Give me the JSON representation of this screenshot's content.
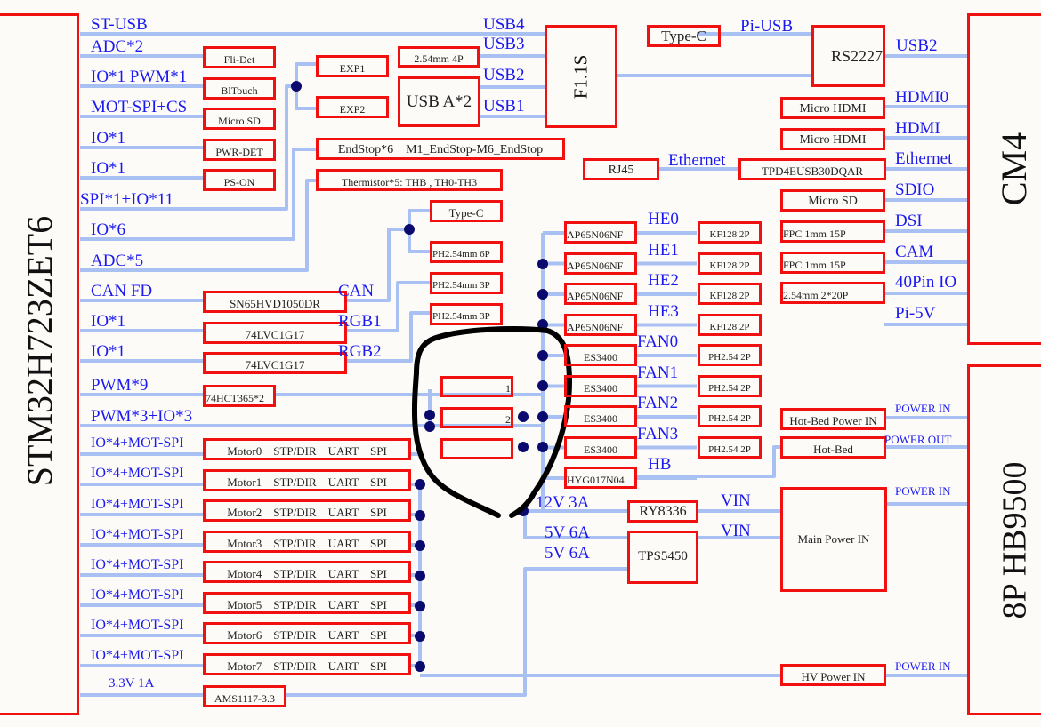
{
  "title": "Block diagram: STM32H723ZET6 + CM4 + 8P HB9500",
  "colors": {
    "box_border": "#f01010",
    "net_label": "#1a1af0",
    "wire": "#a9c1f2",
    "junction": "#0a0a6e",
    "annotation": "#000000"
  },
  "blocks": {
    "mcu": "STM32H723ZET6",
    "cm4": "CM4",
    "power_connector": "8P HB9500",
    "hub": "F1.1S",
    "usb_hub2": "RS2227",
    "usb_a": "USB A*2",
    "main_power": "Main Power IN"
  },
  "mcu_nets": [
    "ST-USB",
    "ADC*2",
    "IO*1 PWM*1",
    "MOT-SPI+CS",
    "IO*1",
    "IO*1",
    "SPI*1+IO*11",
    "IO*6",
    "ADC*5",
    "CAN FD",
    "IO*1",
    "IO*1",
    "PWM*9",
    "PWM*3+IO*3",
    "IO*4+MOT-SPI",
    "IO*4+MOT-SPI",
    "IO*4+MOT-SPI",
    "IO*4+MOT-SPI",
    "IO*4+MOT-SPI",
    "IO*4+MOT-SPI",
    "IO*4+MOT-SPI",
    "IO*4+MOT-SPI",
    "3.3V 1A"
  ],
  "left_parts": [
    "Fli-Det",
    "BlTouch",
    "Micro SD",
    "PWR-DET",
    "PS-ON"
  ],
  "exp": [
    "EXP1",
    "EXP2"
  ],
  "usb_header": "2.54mm 4P",
  "usb_nets": [
    "USB4",
    "USB3",
    "USB2",
    "USB1"
  ],
  "endstop": "EndStop*6    M1_EndStop-M6_EndStop",
  "thermistor": "Thermistor*5: THB , TH0-TH3",
  "can_parts": [
    "SN65HVD1050DR",
    "74LVC1G17",
    "74LVC1G17",
    "74HCT365*2"
  ],
  "can_nets": [
    "CAN",
    "RGB1",
    "RGB2"
  ],
  "connectors_mid": [
    "Type-C",
    "PH2.54mm 6P",
    "PH2.54mm 3P",
    "PH2.54mm 3P"
  ],
  "jumpers": [
    "1",
    "2",
    ""
  ],
  "motors": [
    "Motor0    STP/DIR    UART    SPI",
    "Motor1    STP/DIR    UART    SPI",
    "Motor2    STP/DIR    UART    SPI",
    "Motor3    STP/DIR    UART    SPI",
    "Motor4    STP/DIR    UART    SPI",
    "Motor5    STP/DIR    UART    SPI",
    "Motor6    STP/DIR    UART    SPI",
    "Motor7    STP/DIR    UART    SPI"
  ],
  "ldo": "AMS1117-3.3",
  "mosfets": [
    "AP65N06NF",
    "AP65N06NF",
    "AP65N06NF",
    "AP65N06NF",
    "ES3400",
    "ES3400",
    "ES3400",
    "ES3400",
    "HYG017N04"
  ],
  "out_nets": [
    "HE0",
    "HE1",
    "HE2",
    "HE3",
    "FAN0",
    "FAN1",
    "FAN2",
    "FAN3",
    "HB"
  ],
  "out_connectors": [
    "KF128 2P",
    "KF128 2P",
    "KF128 2P",
    "KF128 2P",
    "PH2.54 2P",
    "PH2.54 2P",
    "PH2.54 2P",
    "PH2.54 2P"
  ],
  "power_nets": [
    "12V 3A",
    "5V 6A",
    "5V 6A"
  ],
  "regulators": [
    "RY8336",
    "TPS5450"
  ],
  "vin": [
    "VIN",
    "VIN"
  ],
  "hotbed": [
    "Hot-Bed Power IN",
    "Hot-Bed"
  ],
  "hv": "HV Power IN",
  "power_pins": [
    "POWER IN",
    "POWER OUT",
    "POWER IN",
    "POWER IN"
  ],
  "pi": {
    "typec": "Type-C",
    "pi_usb": "Pi-USB",
    "usb2": "USB2",
    "rj45": "RJ45",
    "eth_left": "Ethernet",
    "esd": "TPD4EUSB30DQAR",
    "parts": [
      "Micro HDMI",
      "Micro HDMI",
      "Micro SD",
      "FPC 1mm 15P",
      "FPC 1mm 15P",
      "2.54mm 2*20P"
    ],
    "nets": [
      "HDMI0",
      "HDMI",
      "Ethernet",
      "SDIO",
      "DSI",
      "CAM",
      "40Pin IO",
      "Pi-5V"
    ]
  }
}
